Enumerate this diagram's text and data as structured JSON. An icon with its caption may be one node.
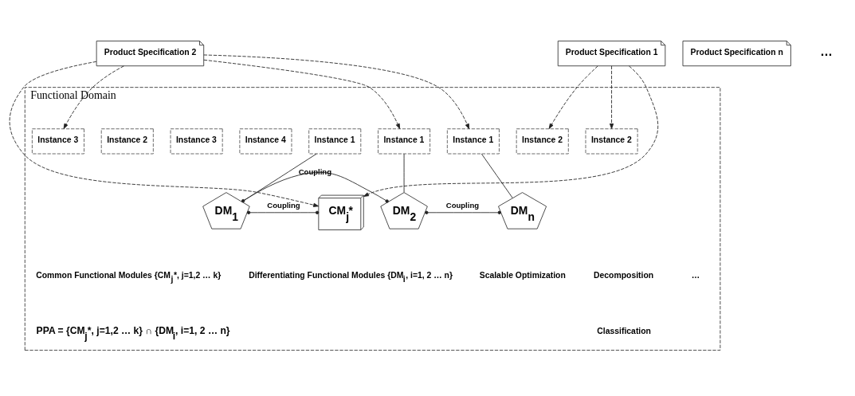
{
  "diagram": {
    "nodes": [
      {
        "text": [
          "Product Specification 1"
        ]
      },
      {
        "text": [
          "Product Specification 2"
        ]
      },
      {
        "text": [
          "Product Specification n"
        ]
      },
      {
        "text": [
          "Functional Domain"
        ]
      },
      {
        "text": [
          "Instance 3"
        ],
        "in": 3
      },
      {
        "text": [
          "Instance 2"
        ],
        "in": 3
      },
      {
        "text": [
          "Instance 1"
        ],
        "in": 3
      },
      {
        "text": [
          "Instance 2"
        ],
        "in": 3
      },
      {
        "text": [
          "Instance 1"
        ],
        "in": 3
      },
      {
        "text": [
          "Instance 4"
        ],
        "in": 3
      },
      {
        "text": [
          "Instance 3"
        ],
        "in": 3
      },
      {
        "text": [
          "Instance 2"
        ],
        "in": 3
      },
      {
        "text": [
          "Instance 1"
        ],
        "in": 3
      },
      {
        "text": [
          "CM$_{j}$*"
        ],
        "in": 3
      },
      {
        "text": [
          "DM$_{1}$"
        ],
        "in": 3
      },
      {
        "text": [
          "DM$_{2}$"
        ],
        "in": 3
      },
      {
        "text": [
          "DM$_{n}$"
        ],
        "in": 3
      }
    ],
    "edges": [
      {
        "from": 0,
        "to": 13,
        "arrow": "to",
        "style": "dashed"
      },
      {
        "from": 0,
        "to": 5,
        "arrow": "to",
        "style": "dashed"
      },
      {
        "from": 0,
        "to": 7,
        "arrow": "to",
        "style": "dashed"
      },
      {
        "from": 1,
        "to": 13,
        "arrow": "to",
        "style": "dashed"
      },
      {
        "from": 1,
        "to": 4,
        "arrow": "to",
        "style": "dashed"
      },
      {
        "from": 1,
        "to": 8,
        "arrow": "to",
        "style": "dashed"
      },
      {
        "from": 1,
        "to": 12,
        "arrow": "to",
        "style": "dashed"
      },
      {
        "from": 6,
        "to": 14,
        "arrow": "none"
      },
      {
        "from": 8,
        "to": 15,
        "arrow": "none"
      },
      {
        "from": 12,
        "to": 16,
        "arrow": "none"
      },
      {
        "from": 13,
        "to": 14,
        "arrow": "other",
        "label": "Coupling"
      },
      {
        "from": 14,
        "to": 15,
        "arrow": "other",
        "label": "Coupling"
      },
      {
        "from": 15,
        "to": 16,
        "arrow": "other",
        "label": "Coupling"
      }
    ],
    "labels": [
      "…",
      "…",
      "Common Functional Modules {CM$_{j}$*, j=1,2 … k}",
      "Differentiating Functional Modules {DM$_{i}$, i=1, 2 … n}",
      "PPA = {CM$_{j}$*, j=1,2 … k} ∩ {DM$_{i}$, i=1, 2 … n}",
      "Scalable Optimization",
      "Decomposition",
      "Classification"
    ]
  }
}
